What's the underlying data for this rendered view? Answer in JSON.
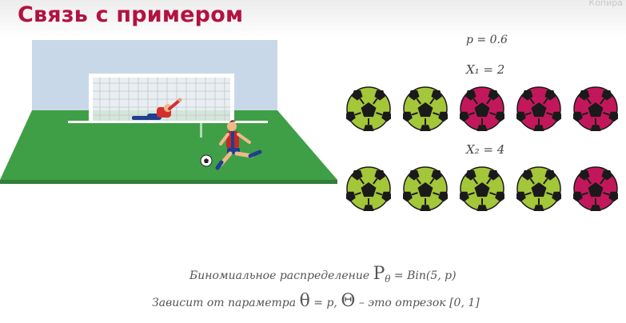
{
  "slide": {
    "title": "Связь с примером",
    "corner_label": "Копира"
  },
  "params": {
    "p_text": "p = 0.6",
    "x1_text": "X₁ = 2",
    "x2_text": "X₂ = 4"
  },
  "trials": [
    {
      "row": 1,
      "balls": [
        "success",
        "success",
        "failure",
        "failure",
        "failure"
      ]
    },
    {
      "row": 2,
      "balls": [
        "success",
        "success",
        "success",
        "success",
        "failure"
      ]
    }
  ],
  "colors": {
    "title": "#b3123f",
    "success": "#a4c639",
    "failure": "#c2185b",
    "pentagon": "#1a1a1a",
    "ball_edge": "#1a1a1a",
    "grass": "#3f9f46",
    "sky": "#c8d8e8"
  },
  "formula": {
    "line1_prefix": "Биномиальное распределение",
    "line1_symbol": "P",
    "line1_sub": "θ",
    "line1_suffix": " = Bin(5, p)",
    "line2_prefix": "Зависит от параметра ",
    "line2_theta": "θ",
    "line2_mid": " = p,  ",
    "line2_Theta": "Θ",
    "line2_suffix": " – это отрезок [0, 1]"
  }
}
